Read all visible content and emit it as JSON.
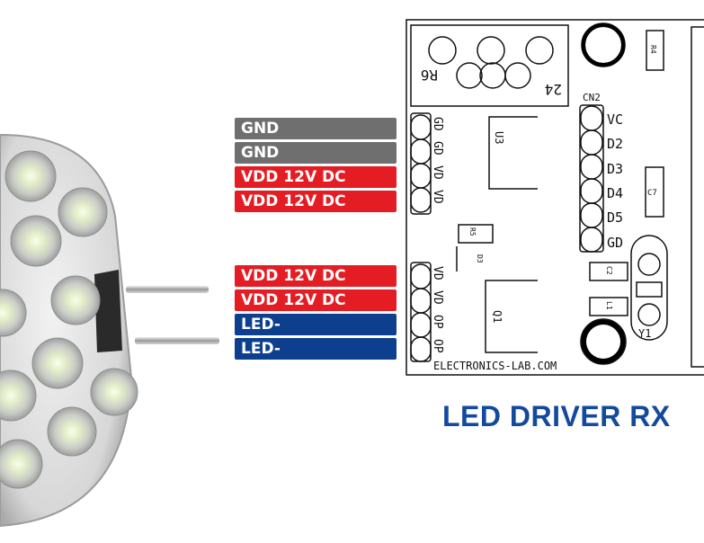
{
  "title": "LED DRIVER RX",
  "board_credit": "ELECTRONICS-LAB.COM",
  "pin_labels_top": [
    "GND",
    "GND",
    "VDD 12V DC",
    "VDD 12V DC"
  ],
  "pin_labels_bottom": [
    "VDD 12V DC",
    "VDD 12V DC",
    "LED-",
    "LED-"
  ],
  "silkscreen": {
    "r6": "R6",
    "r4": "R4",
    "j24": "24",
    "cn2": "CN2",
    "u3": "U3",
    "r5": "R5",
    "d3": "D3",
    "q1": "Q1",
    "c7": "C7",
    "c2": "C2",
    "l1": "L1",
    "y1": "Y1",
    "cn2_pins": [
      "VC",
      "D2",
      "D3",
      "D4",
      "D5",
      "GD"
    ],
    "conn_top_pins": [
      "GD",
      "GD",
      "VD",
      "VD"
    ],
    "conn_bottom_pins": [
      "VD",
      "VD",
      "OP",
      "OP"
    ]
  },
  "colors": {
    "gnd": "#6f6f6f",
    "vdd": "#e41d24",
    "led_minus": "#0e3f8f",
    "title": "#134a9e"
  }
}
